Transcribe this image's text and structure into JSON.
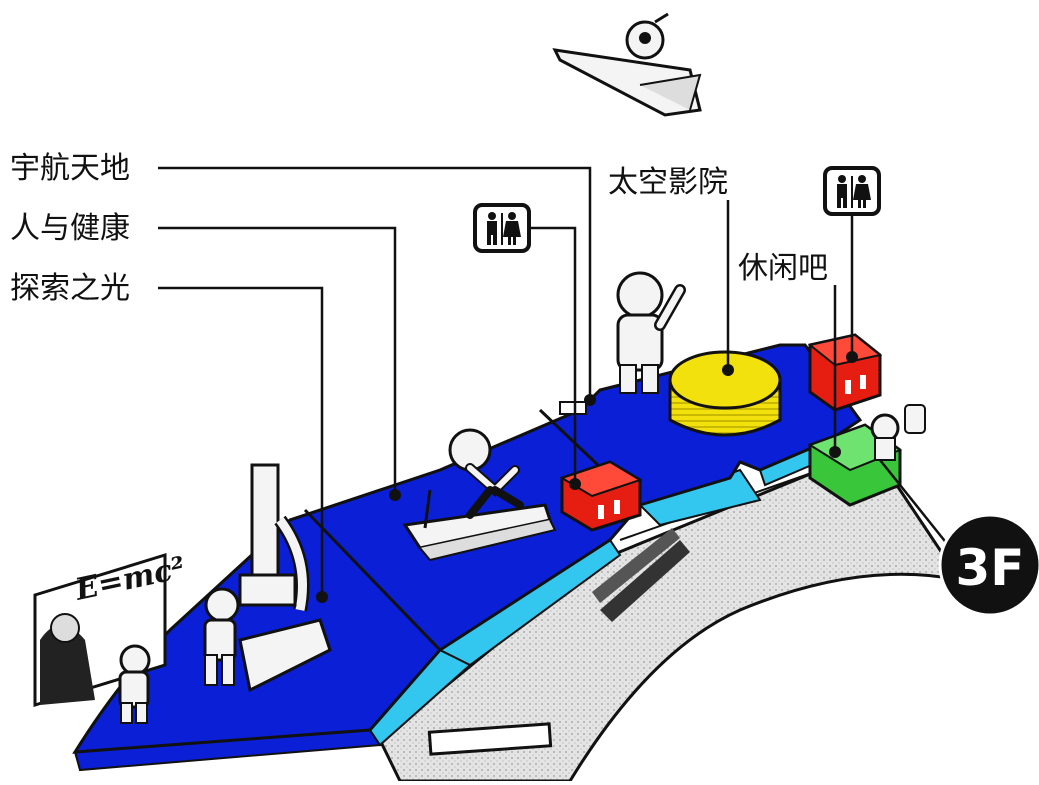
{
  "map": {
    "floor_label": "3F",
    "zones": {
      "space": "宇航天地",
      "health": "人与健康",
      "light": "探索之光",
      "cinema": "太空影院",
      "lounge": "休闲吧"
    },
    "formula": "E=mc²",
    "restroom_icon": "restroom-icon",
    "colors": {
      "floor_blue": "#0a1fd6",
      "floor_edge_cyan": "#33c7f0",
      "floor_grey": "#d9d9d9",
      "restroom_red": "#e61e12",
      "lounge_green": "#39c63a",
      "cinema_yellow": "#f2e10c",
      "badge_black": "#111111"
    }
  }
}
